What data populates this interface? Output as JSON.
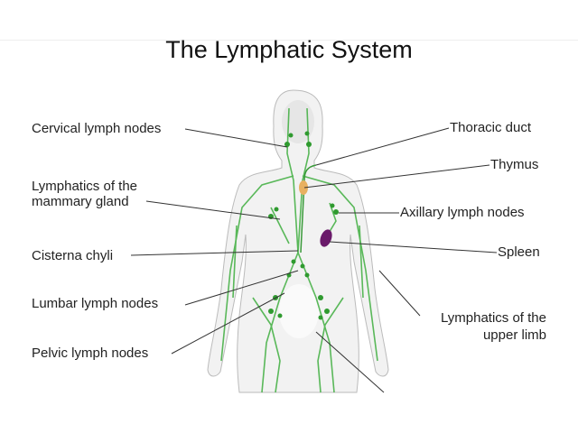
{
  "title": "The Lymphatic System",
  "labels_left": {
    "cervical": "Cervical lymph nodes",
    "mammary_1": "Lymphatics of the",
    "mammary_2": "mammary gland",
    "cisterna": "Cisterna chyli",
    "lumbar": "Lumbar lymph nodes",
    "pelvic": "Pelvic lymph nodes"
  },
  "labels_right": {
    "thoracic": "Thoracic duct",
    "thymus": "Thymus",
    "axillary": "Axillary lymph nodes",
    "spleen": "Spleen",
    "upper_limb_1": "Lymphatics of the",
    "upper_limb_2": "upper limb"
  },
  "colors": {
    "lymph": "#3fae3f",
    "thymus": "#e8b060",
    "spleen": "#6a1a6a",
    "body": "#f3f3f3"
  }
}
